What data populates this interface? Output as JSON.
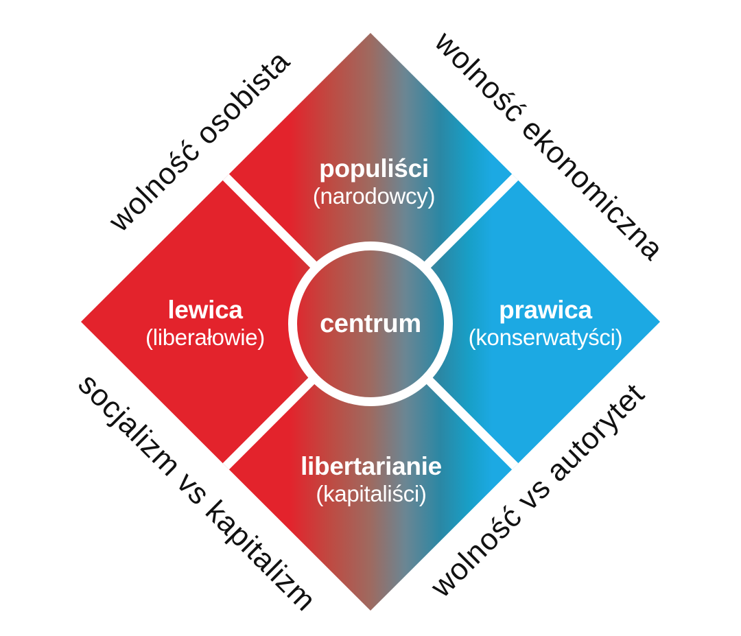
{
  "colors": {
    "red": "#e3232c",
    "blue": "#1ca9e3",
    "divider": "#ffffff",
    "label_light": "#ffffff",
    "label_dark": "#111111"
  },
  "center": {
    "label": "centrum"
  },
  "quadrants": {
    "top": {
      "title": "populiści",
      "subtitle": "(narodowcy)"
    },
    "left": {
      "title": "lewica",
      "subtitle": "(liberałowie)"
    },
    "right": {
      "title": "prawica",
      "subtitle": "(konserwatyści)"
    },
    "bottom": {
      "title": "libertarianie",
      "subtitle": "(kapitaliści)"
    }
  },
  "axis_labels": {
    "top_left": "wolność osobista",
    "top_right": "wolność ekonomiczna",
    "bottom_left": "socjalizm vs kapitalizm",
    "bottom_right": "wolność vs autorytet"
  }
}
